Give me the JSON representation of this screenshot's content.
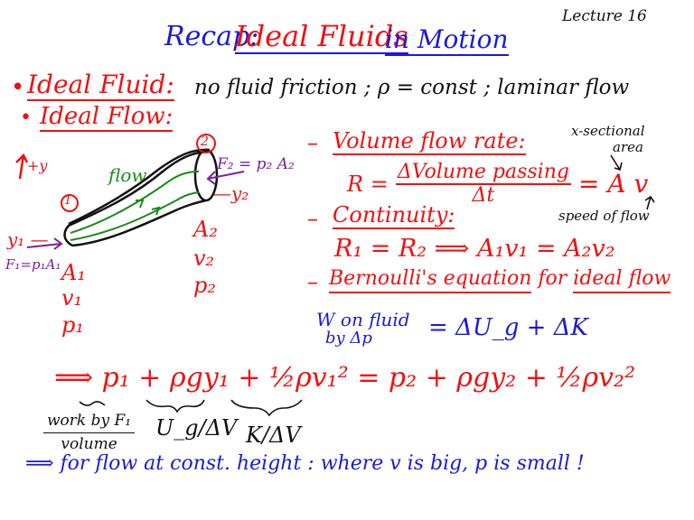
{
  "title": {
    "recap": "Recap:",
    "ideal_fluids": "Ideal Fluids",
    "in_motion": "in Motion",
    "lecture": "Lecture 16"
  },
  "ideal_fluid": {
    "bullet": "•",
    "label": "Ideal Fluid:",
    "description": "no fluid friction ; ρ = const ; laminar flow"
  },
  "ideal_flow": {
    "bullet": "•",
    "label": "Ideal Flow:"
  },
  "diagram": {
    "axis_label": "↑+y",
    "point1": "①",
    "point2": "②",
    "flow_label": "flow",
    "y1": "y₁ —",
    "y2": "—y₂",
    "f1": "F₁=p₁A₁",
    "f2": "F₂ = p₂ A₂",
    "left_vars": [
      "A₁",
      "v₁",
      "p₁"
    ],
    "right_vars": [
      "A₂",
      "v₂",
      "p₂"
    ]
  },
  "volume_flow": {
    "dash": "–",
    "heading": "Volume flow rate:",
    "lhs": "R =",
    "numerator": "ΔVolume passing",
    "denominator": "Δt",
    "rhs": "= A v",
    "annotation_area": "x-sectional area",
    "annotation_speed": "speed of flow"
  },
  "continuity": {
    "dash": "–",
    "heading": "Continuity:",
    "equation": "R₁ = R₂  ⟹  A₁v₁ = A₂v₂"
  },
  "bernoulli": {
    "dash": "–",
    "heading_a": "Bernoulli's equation",
    "heading_b": " for ",
    "heading_c": "ideal",
    "heading_d": " flow",
    "work_line1": "W on fluid",
    "work_line2": "by Δp",
    "work_rhs": "= ΔU_g + ΔK",
    "equation": "⟹ p₁ + ρgy₁ + ½ρv₁² = p₂ + ρgy₂ + ½ρv₂²",
    "brace_work_num": "work by F₁",
    "brace_work_den": "volume",
    "brace_ug": "U_g/ΔV",
    "brace_k": "K/ΔV"
  },
  "conclusion": "⟹ for flow at const. height : where v is big, p is small !"
}
